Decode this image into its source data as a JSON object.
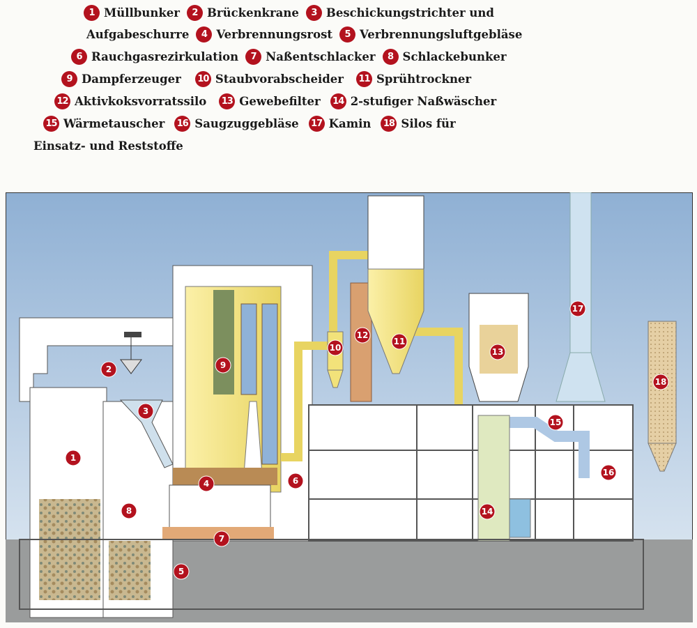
{
  "legend": {
    "items": [
      {
        "number": "1",
        "label": "Müllbunker"
      },
      {
        "number": "2",
        "label": "Brückenkrane"
      },
      {
        "number": "3",
        "label_lines": [
          "Beschickungstrichter und",
          "Aufgabeschurre"
        ]
      },
      {
        "number": "4",
        "label": "Verbrennungsrost"
      },
      {
        "number": "5",
        "label": "Verbrennungsluftgebläse"
      },
      {
        "number": "6",
        "label": "Rauchgasrezirkulation"
      },
      {
        "number": "7",
        "label": "Naßentschlacker"
      },
      {
        "number": "8",
        "label": "Schlackebunker"
      },
      {
        "number": "9",
        "label": "Dampferzeuger"
      },
      {
        "number": "10",
        "label": "Staubvorabscheider"
      },
      {
        "number": "11",
        "label": "Sprühtrockner"
      },
      {
        "number": "12",
        "label": "Aktivkoksvorratssilo"
      },
      {
        "number": "13",
        "label": "Gewebefilter"
      },
      {
        "number": "14",
        "label": "2-stufiger Naßwäscher"
      },
      {
        "number": "15",
        "label": "Wärmetauscher"
      },
      {
        "number": "16",
        "label": "Saugzuggebläse"
      },
      {
        "number": "17",
        "label": "Kamin"
      },
      {
        "number": "18",
        "label_lines": [
          "Silos für",
          "Einsatz- und Reststoffe"
        ]
      }
    ]
  },
  "colors": {
    "marker": "#b3121e",
    "boiler": "#f2e27a",
    "sky_top": "#8fb0d4",
    "sky_bottom": "#e6eef5",
    "ground": "#9a9c9c"
  }
}
